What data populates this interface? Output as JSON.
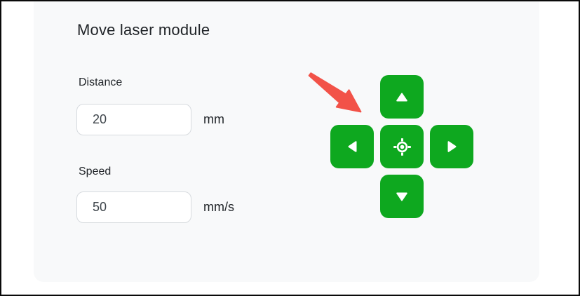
{
  "panel": {
    "title": "Move laser module",
    "fields": [
      {
        "label": "Distance",
        "value": "20",
        "unit": "mm"
      },
      {
        "label": "Speed",
        "value": "50",
        "unit": "mm/s"
      }
    ]
  },
  "jog_pad": {
    "buttons": [
      {
        "id": "up",
        "icon": "arrow-up-icon"
      },
      {
        "id": "left",
        "icon": "arrow-left-icon"
      },
      {
        "id": "home",
        "icon": "locate-crosshair-icon"
      },
      {
        "id": "right",
        "icon": "arrow-right-icon"
      },
      {
        "id": "down",
        "icon": "arrow-down-icon"
      }
    ]
  },
  "annotation": {
    "shape": "red-pointer-arrow"
  },
  "colors": {
    "green": "#0ea81f",
    "arrow_red": "#f25248",
    "panel_bg": "#f8f9fa",
    "page_bg": "#ffffff",
    "input_border": "#d6dade",
    "title_text": "#212529",
    "label_text": "#212529",
    "value_text": "#3f464c",
    "icon_white": "#ffffff",
    "frame_border": "#0a0a0a"
  }
}
